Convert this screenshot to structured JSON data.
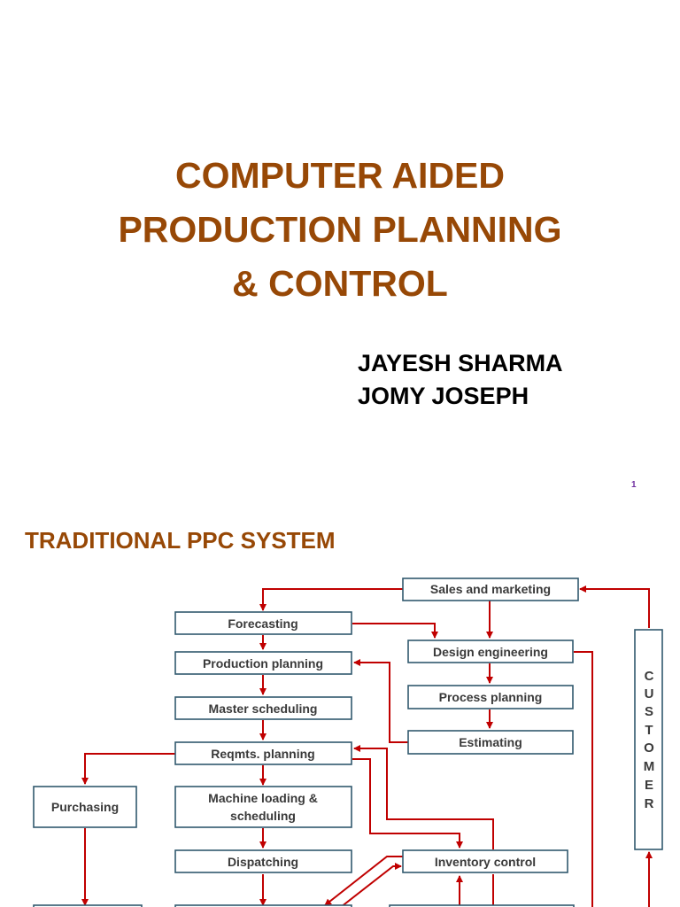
{
  "slide1": {
    "title_lines": [
      "COMPUTER AIDED",
      "PRODUCTION PLANNING",
      "& CONTROL"
    ],
    "authors": [
      "JAYESH SHARMA",
      "JOMY JOSEPH"
    ],
    "page_number": "1"
  },
  "slide2": {
    "title": "TRADITIONAL PPC SYSTEM",
    "diagram": {
      "sales_marketing": "Sales and marketing",
      "forecasting": "Forecasting",
      "design_engineering": "Design engineering",
      "production_planning": "Production planning",
      "process_planning": "Process planning",
      "master_scheduling": "Master scheduling",
      "estimating": "Estimating",
      "reqmts_planning": "Reqmts. planning",
      "purchasing": "Purchasing",
      "machine_loading_1": "Machine loading &",
      "machine_loading_2": "scheduling",
      "dispatching": "Dispatching",
      "inventory_control": "Inventory control",
      "customer_letters": [
        "C",
        "U",
        "S",
        "T",
        "O",
        "M",
        "E",
        "R"
      ]
    }
  },
  "colors": {
    "title": "#974806",
    "box_border": "#31596e",
    "arrow": "#c00000",
    "page_number": "#7030a0"
  }
}
